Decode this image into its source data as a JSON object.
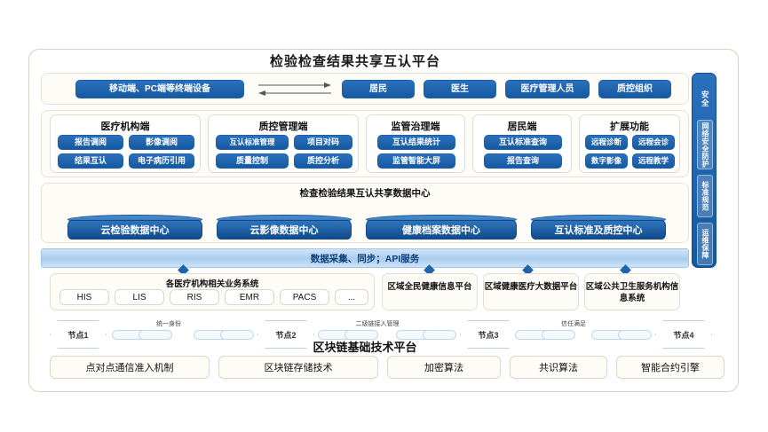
{
  "title": "检验检查结果共享互认平台",
  "terminals": {
    "device_label": "移动端、PC端等终端设备",
    "arrow_icon": "double-arrow-icon",
    "roles": [
      "居民",
      "医生",
      "医疗管理人员",
      "质控组织"
    ]
  },
  "modules": [
    {
      "title": "医疗机构端",
      "items": [
        "报告调阅",
        "影像调阅",
        "结果互认",
        "电子病历引用"
      ]
    },
    {
      "title": "质控管理端",
      "items": [
        "互认标准管理",
        "项目对码",
        "质量控制",
        "质控分析"
      ]
    },
    {
      "title": "监管治理端",
      "items": [
        "互认结果统计",
        "监管智能大屏"
      ]
    },
    {
      "title": "居民端",
      "items": [
        "互认标准查询",
        "报告查询"
      ]
    },
    {
      "title": "扩展功能",
      "items": [
        "远程诊断",
        "远程会诊",
        "数字影像",
        "远程教学"
      ]
    }
  ],
  "data_center": {
    "title": "检查检验结果互认共享数据中心",
    "stores": [
      "云检验数据中心",
      "云影像数据中心",
      "健康档案数据中心",
      "互认标准及质控中心"
    ]
  },
  "api_band": {
    "label": "数据采集、同步；API服务"
  },
  "sources": {
    "hospital": {
      "title": "各医疗机构相关业务系统",
      "systems": [
        "HIS",
        "LIS",
        "RIS",
        "EMR",
        "PACS",
        "..."
      ]
    },
    "platforms": [
      "区域全民健康信息平台",
      "区域健康医疗大数据平台",
      "区域公共卫生服务机构信息系统"
    ]
  },
  "blockchain": {
    "title": "区块链基础技术平台",
    "nodes": [
      "节点1",
      "节点2",
      "节点3",
      "节点4"
    ],
    "chain_labels": [
      "统一身份",
      "二级链接入管理",
      "信任满足"
    ],
    "technologies": [
      "点对点通信准入机制",
      "区块链存储技术",
      "加密算法",
      "共识算法",
      "智能合约引擎"
    ]
  },
  "sidebar": {
    "header": "安全",
    "items": [
      "网络安全防护",
      "标准规范",
      "运维保障"
    ]
  },
  "colors": {
    "blue_dark": "#15599f",
    "blue_light": "#2a70bd",
    "cream": "#fdfcf7",
    "border_cream": "#e2ddcd"
  }
}
